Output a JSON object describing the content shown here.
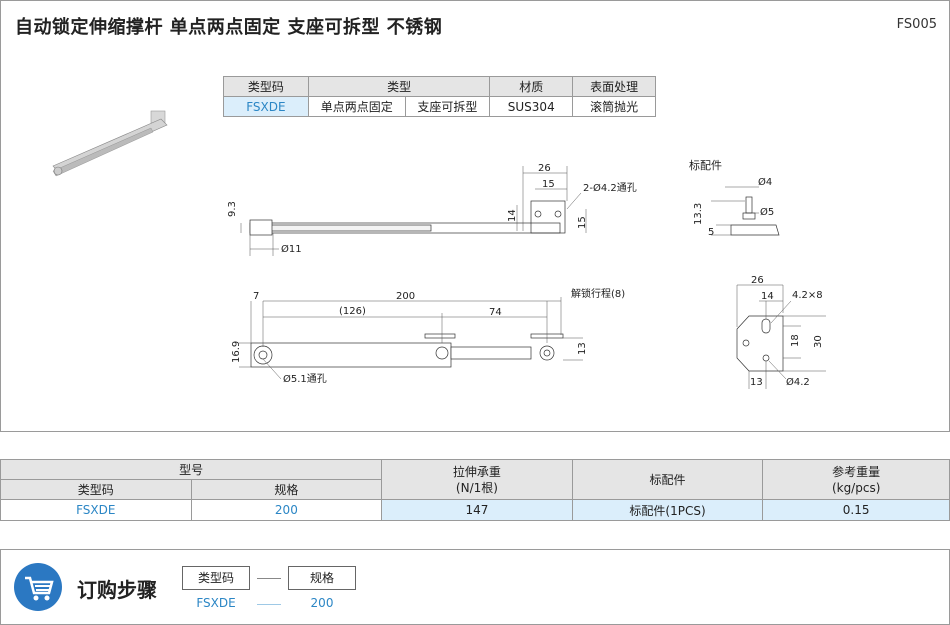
{
  "header": {
    "title": "自动锁定伸缩撑杆 单点两点固定 支座可拆型 不锈钢",
    "code": "FS005"
  },
  "spec_table": {
    "headers": [
      "类型码",
      "类型",
      "材质",
      "表面处理"
    ],
    "row": {
      "type_code": "FSXDE",
      "type_a": "单点两点固定",
      "type_b": "支座可拆型",
      "material": "SUS304",
      "finish": "滚筒抛光"
    }
  },
  "drawing": {
    "accessory_label": "标配件",
    "labels": {
      "d26_top": "26",
      "d15_top": "15",
      "hole_2": "2-Ø4.2通孔",
      "d9_3": "9.3",
      "d14_side": "14",
      "d15_side": "15",
      "d11": "Ø11",
      "d4_acc": "Ø4",
      "d5_acc": "Ø5",
      "d13_3": "13.3",
      "d5_h": "5",
      "d7": "7",
      "d200": "200",
      "d126": "(126)",
      "d74": "74",
      "unlock": "解锁行程(8)",
      "d16_9": "16.9",
      "d13_end": "13",
      "hole_51": "Ø5.1通孔",
      "d26_r": "26",
      "d14_r": "14",
      "d4_2x8": "4.2×8",
      "d18": "18",
      "d30": "30",
      "d13_r": "13",
      "d4_2": "Ø4.2"
    }
  },
  "model_table": {
    "group_header": "型号",
    "col_type_code": "类型码",
    "col_spec": "规格",
    "col_load": "拉伸承重\n(N/1根)",
    "col_load_1": "拉伸承重",
    "col_load_2": "(N/1根)",
    "col_accessory": "标配件",
    "col_weight_1": "参考重量",
    "col_weight_2": "(kg/pcs)",
    "row": {
      "type_code": "FSXDE",
      "spec": "200",
      "load": "147",
      "accessory": "标配件(1PCS)",
      "weight": "0.15"
    }
  },
  "order": {
    "title": "订购步骤",
    "box1": "类型码",
    "box2": "规格",
    "val1": "FSXDE",
    "val2": "200",
    "icon": "cart-icon"
  }
}
